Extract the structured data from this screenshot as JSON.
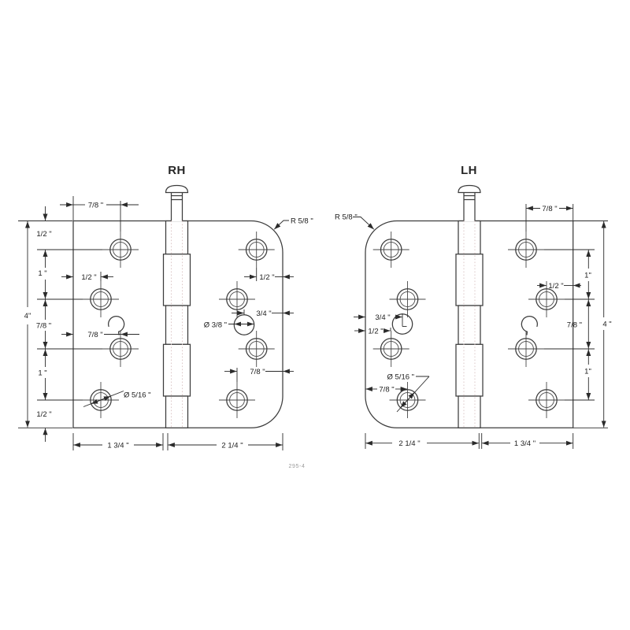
{
  "note": "295-4",
  "rh": {
    "title": "RH",
    "radius": "R 5/8 \"",
    "top_dim": "7/8 \"",
    "overall": "4\"",
    "stack": [
      "1/2 \"",
      "1 \"",
      "7/8 \"",
      "1 \"",
      "1/2 \""
    ],
    "left_leaf": {
      "row2": "1/2 \"",
      "row3": "7/8 \"",
      "hole_dia": "Ø 5/16 \""
    },
    "right_leaf": {
      "row1": "1/2 \"",
      "stud_offset": "3/4 \"",
      "stud_dia": "Ø 3/8 \"",
      "row4": "7/8 \""
    },
    "bottom": {
      "left": "1 3/4 \"",
      "right": "2 1/4 \""
    }
  },
  "lh": {
    "title": "LH",
    "radius": "R 5/8 \"",
    "top_dim": "7/8 \"",
    "overall": "4 \"",
    "stack": [
      "1\"",
      "7/8 \"",
      "1\""
    ],
    "left_leaf": {
      "stud_offset": "3/4 \"",
      "row3": "1/2 \"",
      "hole_dia": "Ø 5/16 \"",
      "row4": "7/8 \""
    },
    "right_leaf": {
      "row2": "1/2 \""
    },
    "bottom": {
      "left": "2 1/4 \"",
      "right": "1 3/4 \""
    }
  }
}
